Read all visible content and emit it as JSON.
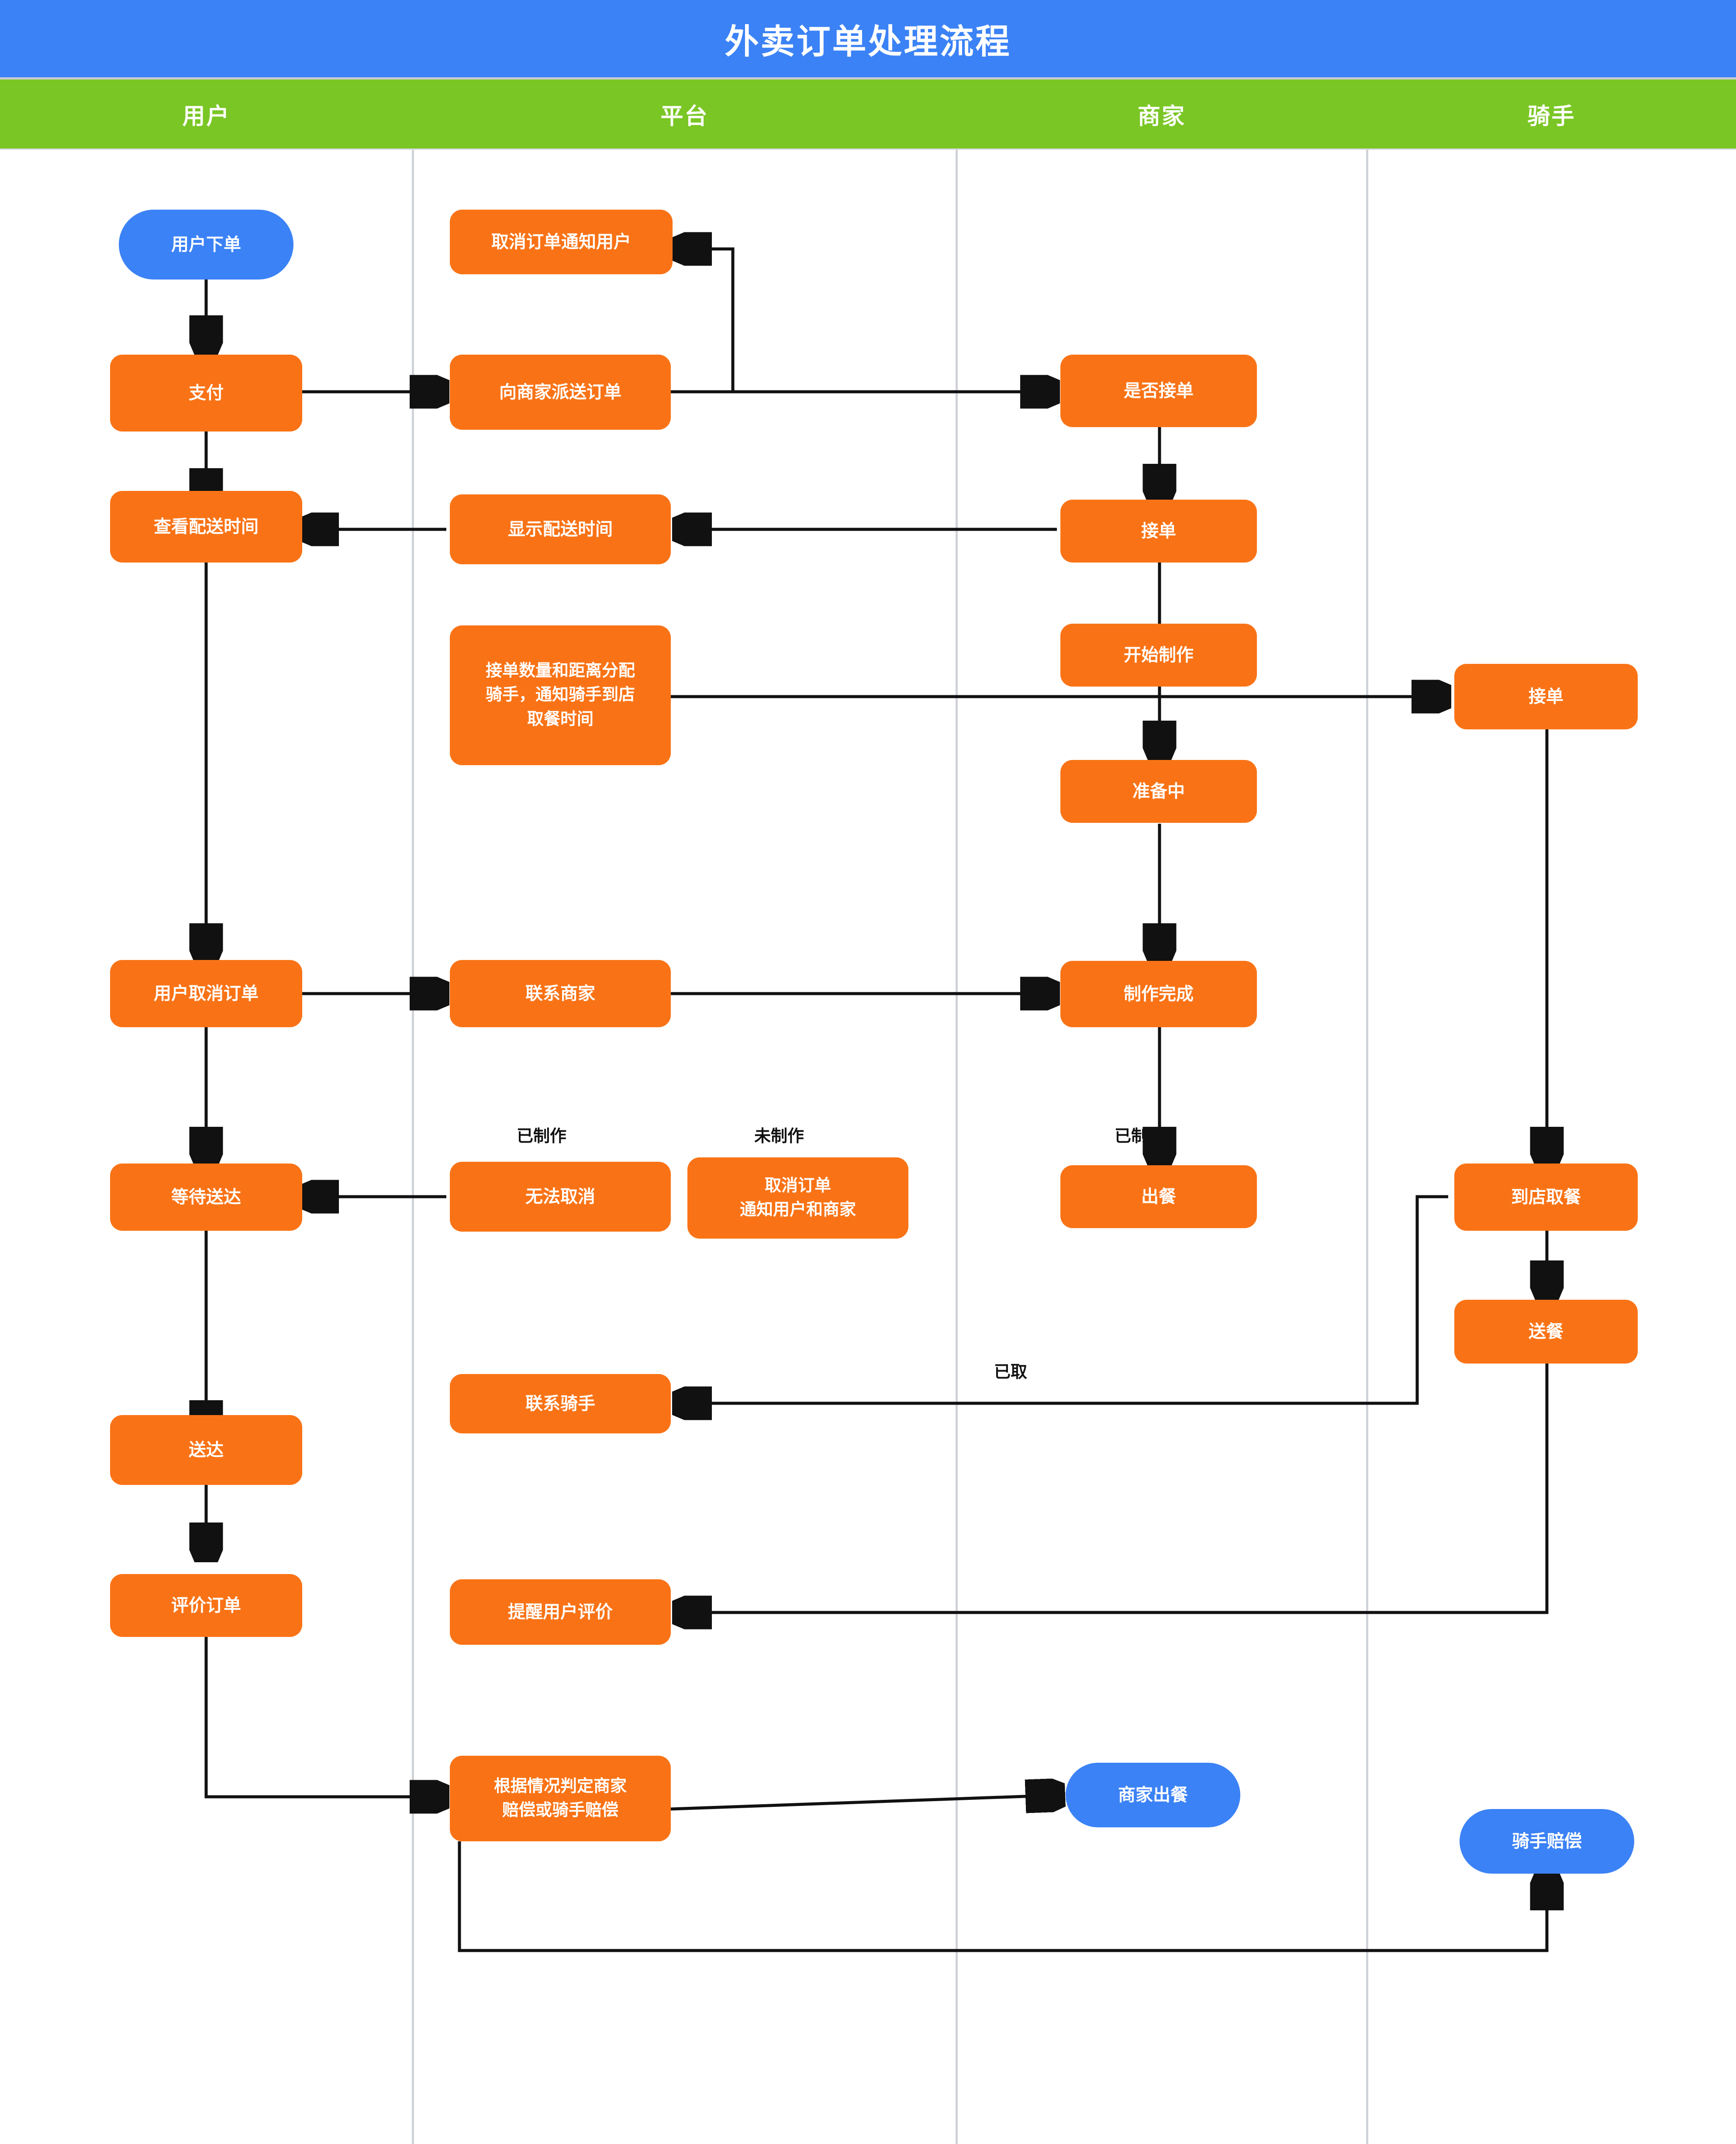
{
  "header": {
    "title": "外卖订单处理流程",
    "title_bg": "#3b82f6",
    "lane_bg": "#7ac625",
    "lanes": [
      {
        "name": "用户"
      },
      {
        "name": "平台"
      },
      {
        "name": "商家"
      },
      {
        "name": "骑手"
      }
    ]
  },
  "colors": {
    "process": "#f97316",
    "terminator": "#3b82f6",
    "edge": "#111111",
    "divider": "#cfd2d7",
    "text_on_node": "#ffffff"
  },
  "chart_data": {
    "type": "diagram",
    "title": "外卖订单处理流程",
    "lanes": [
      "用户",
      "平台",
      "商家",
      "骑手"
    ],
    "nodes": [
      {
        "id": "n1",
        "label": "用户下单",
        "lane": "用户",
        "shape": "terminator"
      },
      {
        "id": "n2",
        "label": "支付",
        "lane": "用户",
        "shape": "process"
      },
      {
        "id": "n3",
        "label": "查看配送时间",
        "lane": "用户",
        "shape": "process"
      },
      {
        "id": "n4",
        "label": "用户取消订单",
        "lane": "用户",
        "shape": "process"
      },
      {
        "id": "n5",
        "label": "等待送达",
        "lane": "用户",
        "shape": "process"
      },
      {
        "id": "n6",
        "label": "送达",
        "lane": "用户",
        "shape": "process"
      },
      {
        "id": "n7",
        "label": "评价订单",
        "lane": "用户",
        "shape": "process"
      },
      {
        "id": "n8",
        "label": "取消订单通知用户",
        "lane": "平台",
        "shape": "process"
      },
      {
        "id": "n9",
        "label": "向商家派送订单",
        "lane": "平台",
        "shape": "process"
      },
      {
        "id": "n10",
        "label": "显示配送时间",
        "lane": "平台",
        "shape": "process"
      },
      {
        "id": "n11",
        "label": "接单数量和距离分配\n骑手，通知骑手到店\n取餐时间",
        "lane": "平台",
        "shape": "process"
      },
      {
        "id": "n12",
        "label": "联系商家",
        "lane": "平台",
        "shape": "process"
      },
      {
        "id": "n13",
        "label": "无法取消",
        "lane": "平台",
        "shape": "process"
      },
      {
        "id": "n14",
        "label": "取消订单\n通知用户和商家",
        "lane": "平台",
        "shape": "process"
      },
      {
        "id": "n15",
        "label": "联系骑手",
        "lane": "平台",
        "shape": "process"
      },
      {
        "id": "n16",
        "label": "提醒用户评价",
        "lane": "平台",
        "shape": "process"
      },
      {
        "id": "n17",
        "label": "根据情况判定商家\n赔偿或骑手赔偿",
        "lane": "平台",
        "shape": "process"
      },
      {
        "id": "n18",
        "label": "是否接单",
        "lane": "商家",
        "shape": "process"
      },
      {
        "id": "n19",
        "label": "接单",
        "lane": "商家",
        "shape": "process"
      },
      {
        "id": "n20",
        "label": "开始制作",
        "lane": "商家",
        "shape": "process"
      },
      {
        "id": "n21",
        "label": "准备中",
        "lane": "商家",
        "shape": "process"
      },
      {
        "id": "n22",
        "label": "制作完成",
        "lane": "商家",
        "shape": "process"
      },
      {
        "id": "n23",
        "label": "出餐",
        "lane": "商家",
        "shape": "process"
      },
      {
        "id": "n24",
        "label": "商家出餐",
        "lane": "商家",
        "shape": "terminator"
      },
      {
        "id": "n25",
        "label": "接单",
        "lane": "骑手",
        "shape": "process"
      },
      {
        "id": "n26",
        "label": "到店取餐",
        "lane": "骑手",
        "shape": "process"
      },
      {
        "id": "n27",
        "label": "送餐",
        "lane": "骑手",
        "shape": "process"
      },
      {
        "id": "n28",
        "label": "骑手赔偿",
        "lane": "骑手",
        "shape": "terminator"
      }
    ],
    "edges": [
      {
        "from": "n1",
        "to": "n2",
        "label": ""
      },
      {
        "from": "n2",
        "to": "n3",
        "label": ""
      },
      {
        "from": "n2",
        "to": "n9",
        "label": ""
      },
      {
        "from": "n9",
        "to": "n18",
        "label": ""
      },
      {
        "from": "n18",
        "to": "n8",
        "label": ""
      },
      {
        "from": "n18",
        "to": "n19",
        "label": ""
      },
      {
        "from": "n19",
        "to": "n10",
        "label": ""
      },
      {
        "from": "n10",
        "to": "n3",
        "label": ""
      },
      {
        "from": "n19",
        "to": "n20",
        "label": ""
      },
      {
        "from": "n20",
        "to": "n25",
        "label": ""
      },
      {
        "from": "n20",
        "to": "n21",
        "label": ""
      },
      {
        "from": "n21",
        "to": "n22",
        "label": ""
      },
      {
        "from": "n3",
        "to": "n4",
        "label": ""
      },
      {
        "from": "n4",
        "to": "n12",
        "label": ""
      },
      {
        "from": "n12",
        "to": "n22",
        "label": ""
      },
      {
        "from": "n22",
        "to": "n23",
        "label": "已制作"
      },
      {
        "from": "n13",
        "to": "n5",
        "label": "已制作"
      },
      {
        "from": "n14",
        "to": "",
        "label": "未制作"
      },
      {
        "from": "n4",
        "to": "n5",
        "label": ""
      },
      {
        "from": "n25",
        "to": "n26",
        "label": ""
      },
      {
        "from": "n26",
        "to": "n27",
        "label": ""
      },
      {
        "from": "n26",
        "to": "n15",
        "label": "已取"
      },
      {
        "from": "n5",
        "to": "n6",
        "label": ""
      },
      {
        "from": "n6",
        "to": "n7",
        "label": ""
      },
      {
        "from": "n27",
        "to": "n16",
        "label": ""
      },
      {
        "from": "n7",
        "to": "n17",
        "label": ""
      },
      {
        "from": "n17",
        "to": "n24",
        "label": ""
      },
      {
        "from": "n17",
        "to": "n28",
        "label": ""
      }
    ],
    "edge_labels": [
      "已制作",
      "未制作",
      "已制作",
      "已取"
    ]
  }
}
